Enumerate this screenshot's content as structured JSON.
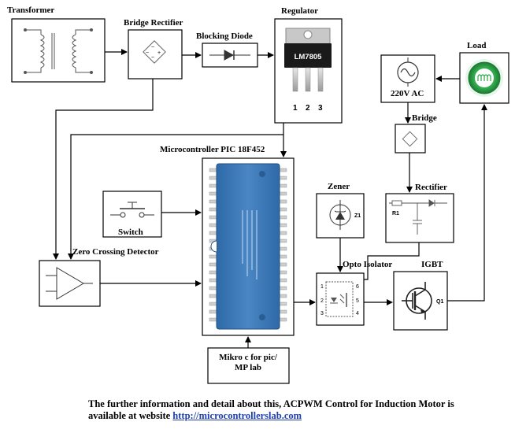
{
  "labels": {
    "transformer": "Transformer",
    "bridge_rectifier": "Bridge Rectifier",
    "blocking_diode": "Blocking Diode",
    "regulator": "Regulator",
    "regulator_chip": "LM7805",
    "pin1": "1",
    "pin2": "2",
    "pin3": "3",
    "load": "Load",
    "ac_source": "220V AC",
    "bridge": "Bridge",
    "microcontroller": "Microcontroller PIC 18F452",
    "switch": "Switch",
    "zero_crossing": "Zero Crossing Detector",
    "zener": "Zener",
    "z1": "Z1",
    "rectifier": "Rectifier",
    "r1": "R1",
    "opto_isolator": "Opto Isolator",
    "igbt": "IGBT",
    "q1": "Q1",
    "mikroc_line1": "Mikro c for pic/",
    "mikroc_line2": "MP lab",
    "opto_pins": [
      "1",
      "2",
      "3",
      "4",
      "5",
      "6"
    ]
  },
  "footer": {
    "text_line1": "The further information and detail about this, ACPWM Control for Induction Motor is",
    "text_line2_prefix": "available at website",
    "link": "http://microcontrollerslab.com"
  },
  "colors": {
    "chip_body": "#3c78b4",
    "regulator_body": "#1a1a1a",
    "load_green": "#2ea84a",
    "link": "#1f3fae"
  }
}
